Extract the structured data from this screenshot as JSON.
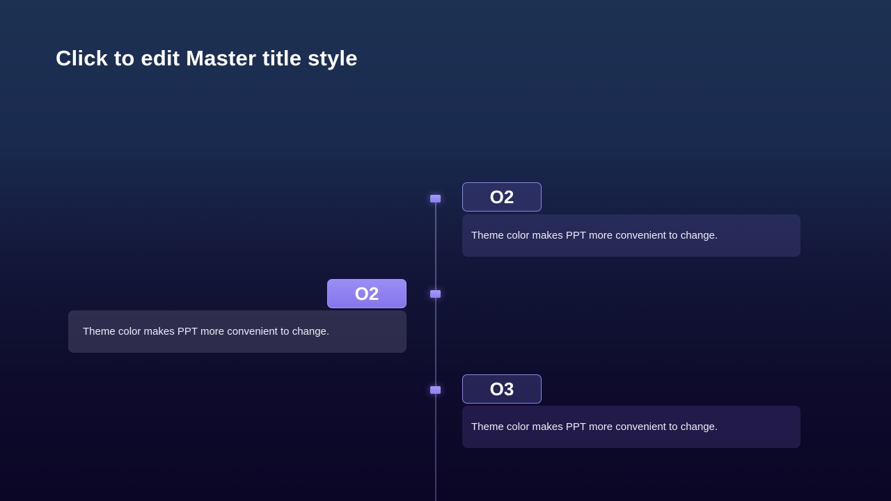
{
  "slide": {
    "title": "Click to edit Master title style"
  },
  "timeline": {
    "items": [
      {
        "label": "O2",
        "description": "Theme color makes PPT more convenient to change."
      },
      {
        "label": "O2",
        "description": "Theme color makes PPT more convenient to change."
      },
      {
        "label": "O3",
        "description": "Theme color makes PPT more convenient to change."
      }
    ]
  },
  "colors": {
    "accent": "#8d84ee",
    "accent_fill": "#9a8ef5",
    "background_top": "#1d3152",
    "background_bottom": "#0b0626"
  }
}
